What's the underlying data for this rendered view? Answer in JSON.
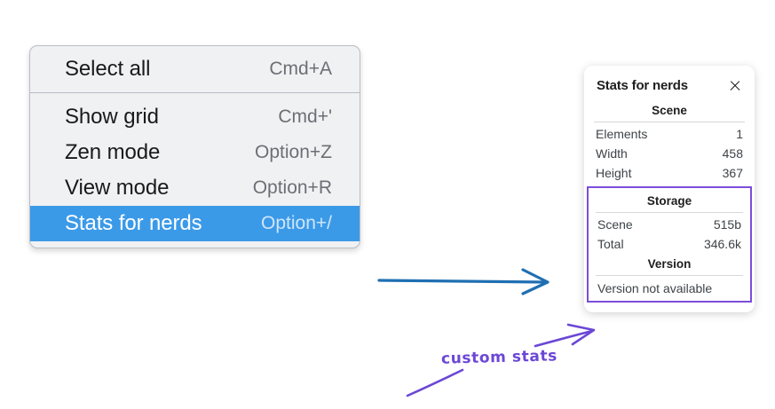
{
  "menu": {
    "groups": [
      {
        "items": [
          {
            "label": "Select all",
            "shortcut": "Cmd+A",
            "selected": false
          }
        ]
      },
      {
        "items": [
          {
            "label": "Show grid",
            "shortcut": "Cmd+'",
            "selected": false
          },
          {
            "label": "Zen mode",
            "shortcut": "Option+Z",
            "selected": false
          },
          {
            "label": "View mode",
            "shortcut": "Option+R",
            "selected": false
          },
          {
            "label": "Stats for nerds",
            "shortcut": "Option+/",
            "selected": true
          }
        ]
      }
    ],
    "item_select_all_label": "Select all",
    "item_select_all_shortcut": "Cmd+A",
    "item_show_grid_label": "Show grid",
    "item_show_grid_shortcut": "Cmd+'",
    "item_zen_mode_label": "Zen mode",
    "item_zen_mode_shortcut": "Option+Z",
    "item_view_mode_label": "View mode",
    "item_view_mode_shortcut": "Option+R",
    "item_stats_label": "Stats for nerds",
    "item_stats_shortcut": "Option+/",
    "highlight_color": "#3b9ae8",
    "background_color": "#f0f1f3"
  },
  "stats_panel": {
    "title": "Stats for nerds",
    "close_icon": "close-icon",
    "scene": {
      "heading": "Scene",
      "rows": [
        {
          "key": "Elements",
          "value": "1"
        },
        {
          "key": "Width",
          "value": "458"
        },
        {
          "key": "Height",
          "value": "367"
        }
      ],
      "row_elements_key": "Elements",
      "row_elements_value": "1",
      "row_width_key": "Width",
      "row_width_value": "458",
      "row_height_key": "Height",
      "row_height_value": "367"
    },
    "storage": {
      "heading": "Storage",
      "row_scene_key": "Scene",
      "row_scene_value": "515b",
      "row_total_key": "Total",
      "row_total_value": "346.6k"
    },
    "version": {
      "heading": "Version",
      "text": "Version not available"
    },
    "highlight_border_color": "#7c4ddb"
  },
  "annotations": {
    "custom_stats_label": "custom stats",
    "blue_arrow_color": "#1f6fb2",
    "purple_color": "#6b47d6"
  }
}
